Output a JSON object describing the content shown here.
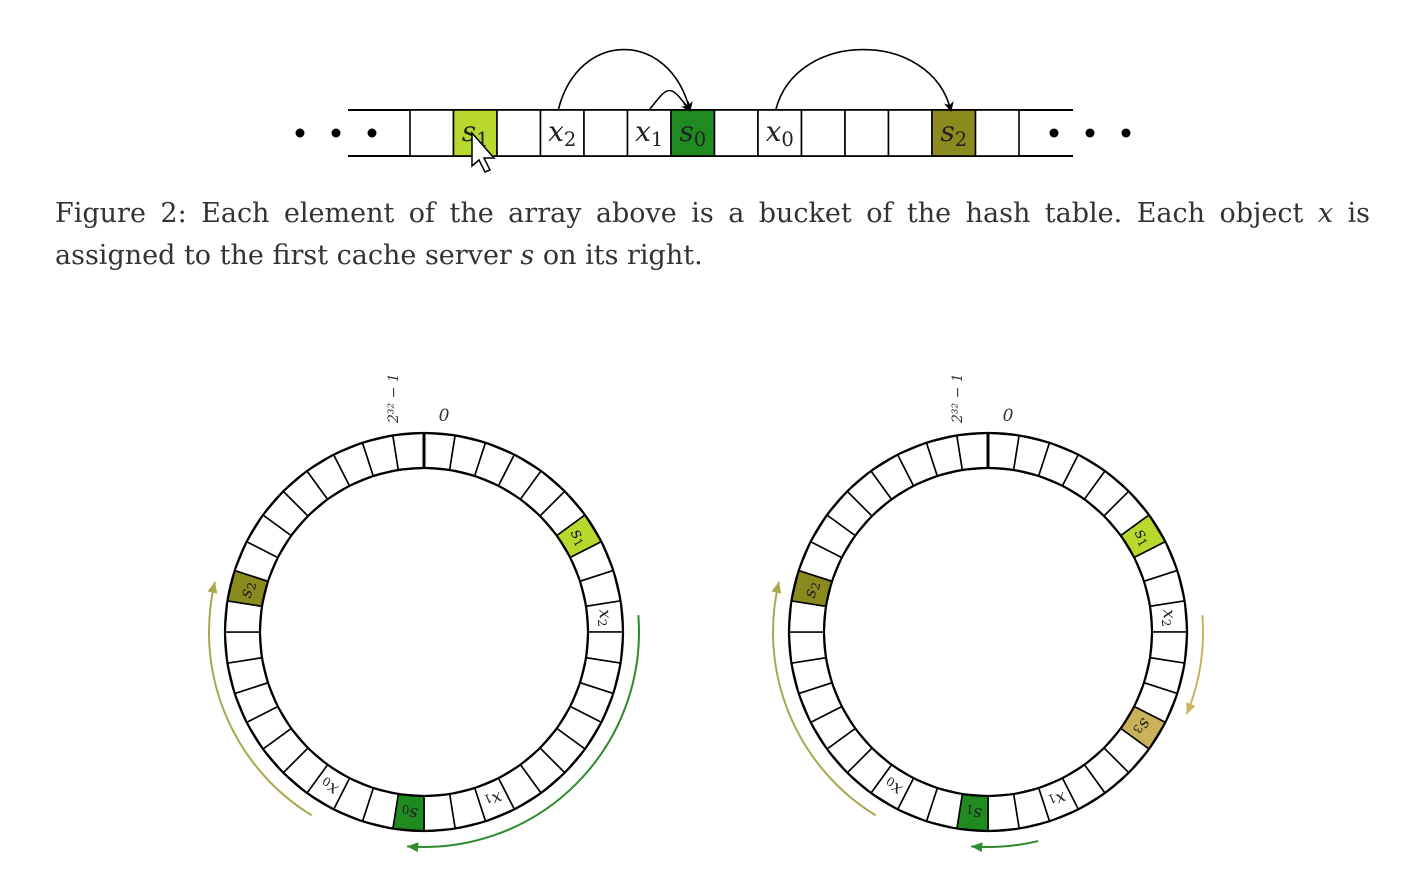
{
  "colors": {
    "s1": "#b7d92d",
    "s0": "#1f8a1f",
    "s2": "#8a8a1f",
    "s3": "#c8b25a",
    "arrow_green": "#2e8b2e",
    "arrow_olive": "#a9a84f",
    "arrow_tan": "#c9b45e",
    "stroke": "#000000"
  },
  "array": {
    "cells": [
      "",
      "s1",
      "",
      "x2",
      "",
      "x1",
      "s0",
      "",
      "x0",
      "",
      "",
      "",
      "s2",
      ""
    ],
    "labels": {
      "s1": {
        "base": "s",
        "sub": "1"
      },
      "s0": {
        "base": "s",
        "sub": "0"
      },
      "s2": {
        "base": "s",
        "sub": "2"
      },
      "x0": {
        "base": "x",
        "sub": "0"
      },
      "x1": {
        "base": "x",
        "sub": "1"
      },
      "x2": {
        "base": "x",
        "sub": "2"
      }
    }
  },
  "caption": {
    "prefix": "Figure 2: Each element of the array above is a bucket of the hash table. Each object ",
    "var_x": "x",
    "middle": " is assigned to the first cache server ",
    "var_s": "s",
    "suffix": " on its right."
  },
  "rings": [
    {
      "segments": 40,
      "zero_label": "0",
      "max_label": "2³² − 1",
      "items": [
        {
          "index": 6,
          "label": "s",
          "sub": "1",
          "color_key": "s1"
        },
        {
          "index": 9,
          "label": "x",
          "sub": "2",
          "color_key": ""
        },
        {
          "index": 17,
          "label": "x",
          "sub": "1",
          "color_key": ""
        },
        {
          "index": 20,
          "label": "s",
          "sub": "0",
          "color_key": "s0"
        },
        {
          "index": 23,
          "label": "x",
          "sub": "0",
          "color_key": ""
        },
        {
          "index": 31,
          "label": "s",
          "sub": "2",
          "color_key": "s2"
        }
      ],
      "arrows": [
        {
          "from_index": 9,
          "to_index": 20,
          "color_key": "arrow_green"
        },
        {
          "from_index": 23,
          "to_index": 31,
          "color_key": "arrow_olive"
        }
      ]
    },
    {
      "segments": 40,
      "zero_label": "0",
      "max_label": "2³² − 1",
      "items": [
        {
          "index": 6,
          "label": "s",
          "sub": "1",
          "color_key": "s1"
        },
        {
          "index": 9,
          "label": "x",
          "sub": "2",
          "color_key": ""
        },
        {
          "index": 13,
          "label": "s",
          "sub": "3",
          "color_key": "s3"
        },
        {
          "index": 17,
          "label": "x",
          "sub": "1",
          "color_key": ""
        },
        {
          "index": 20,
          "label": "s",
          "sub": "1",
          "color_key": "s0"
        },
        {
          "index": 23,
          "label": "x",
          "sub": "0",
          "color_key": ""
        },
        {
          "index": 31,
          "label": "s",
          "sub": "2",
          "color_key": "s2"
        }
      ],
      "arrows": [
        {
          "from_index": 9,
          "to_index": 12,
          "color_key": "arrow_tan"
        },
        {
          "from_index": 18,
          "to_index": 20,
          "color_key": "arrow_green"
        },
        {
          "from_index": 23,
          "to_index": 31,
          "color_key": "arrow_olive"
        }
      ]
    }
  ]
}
